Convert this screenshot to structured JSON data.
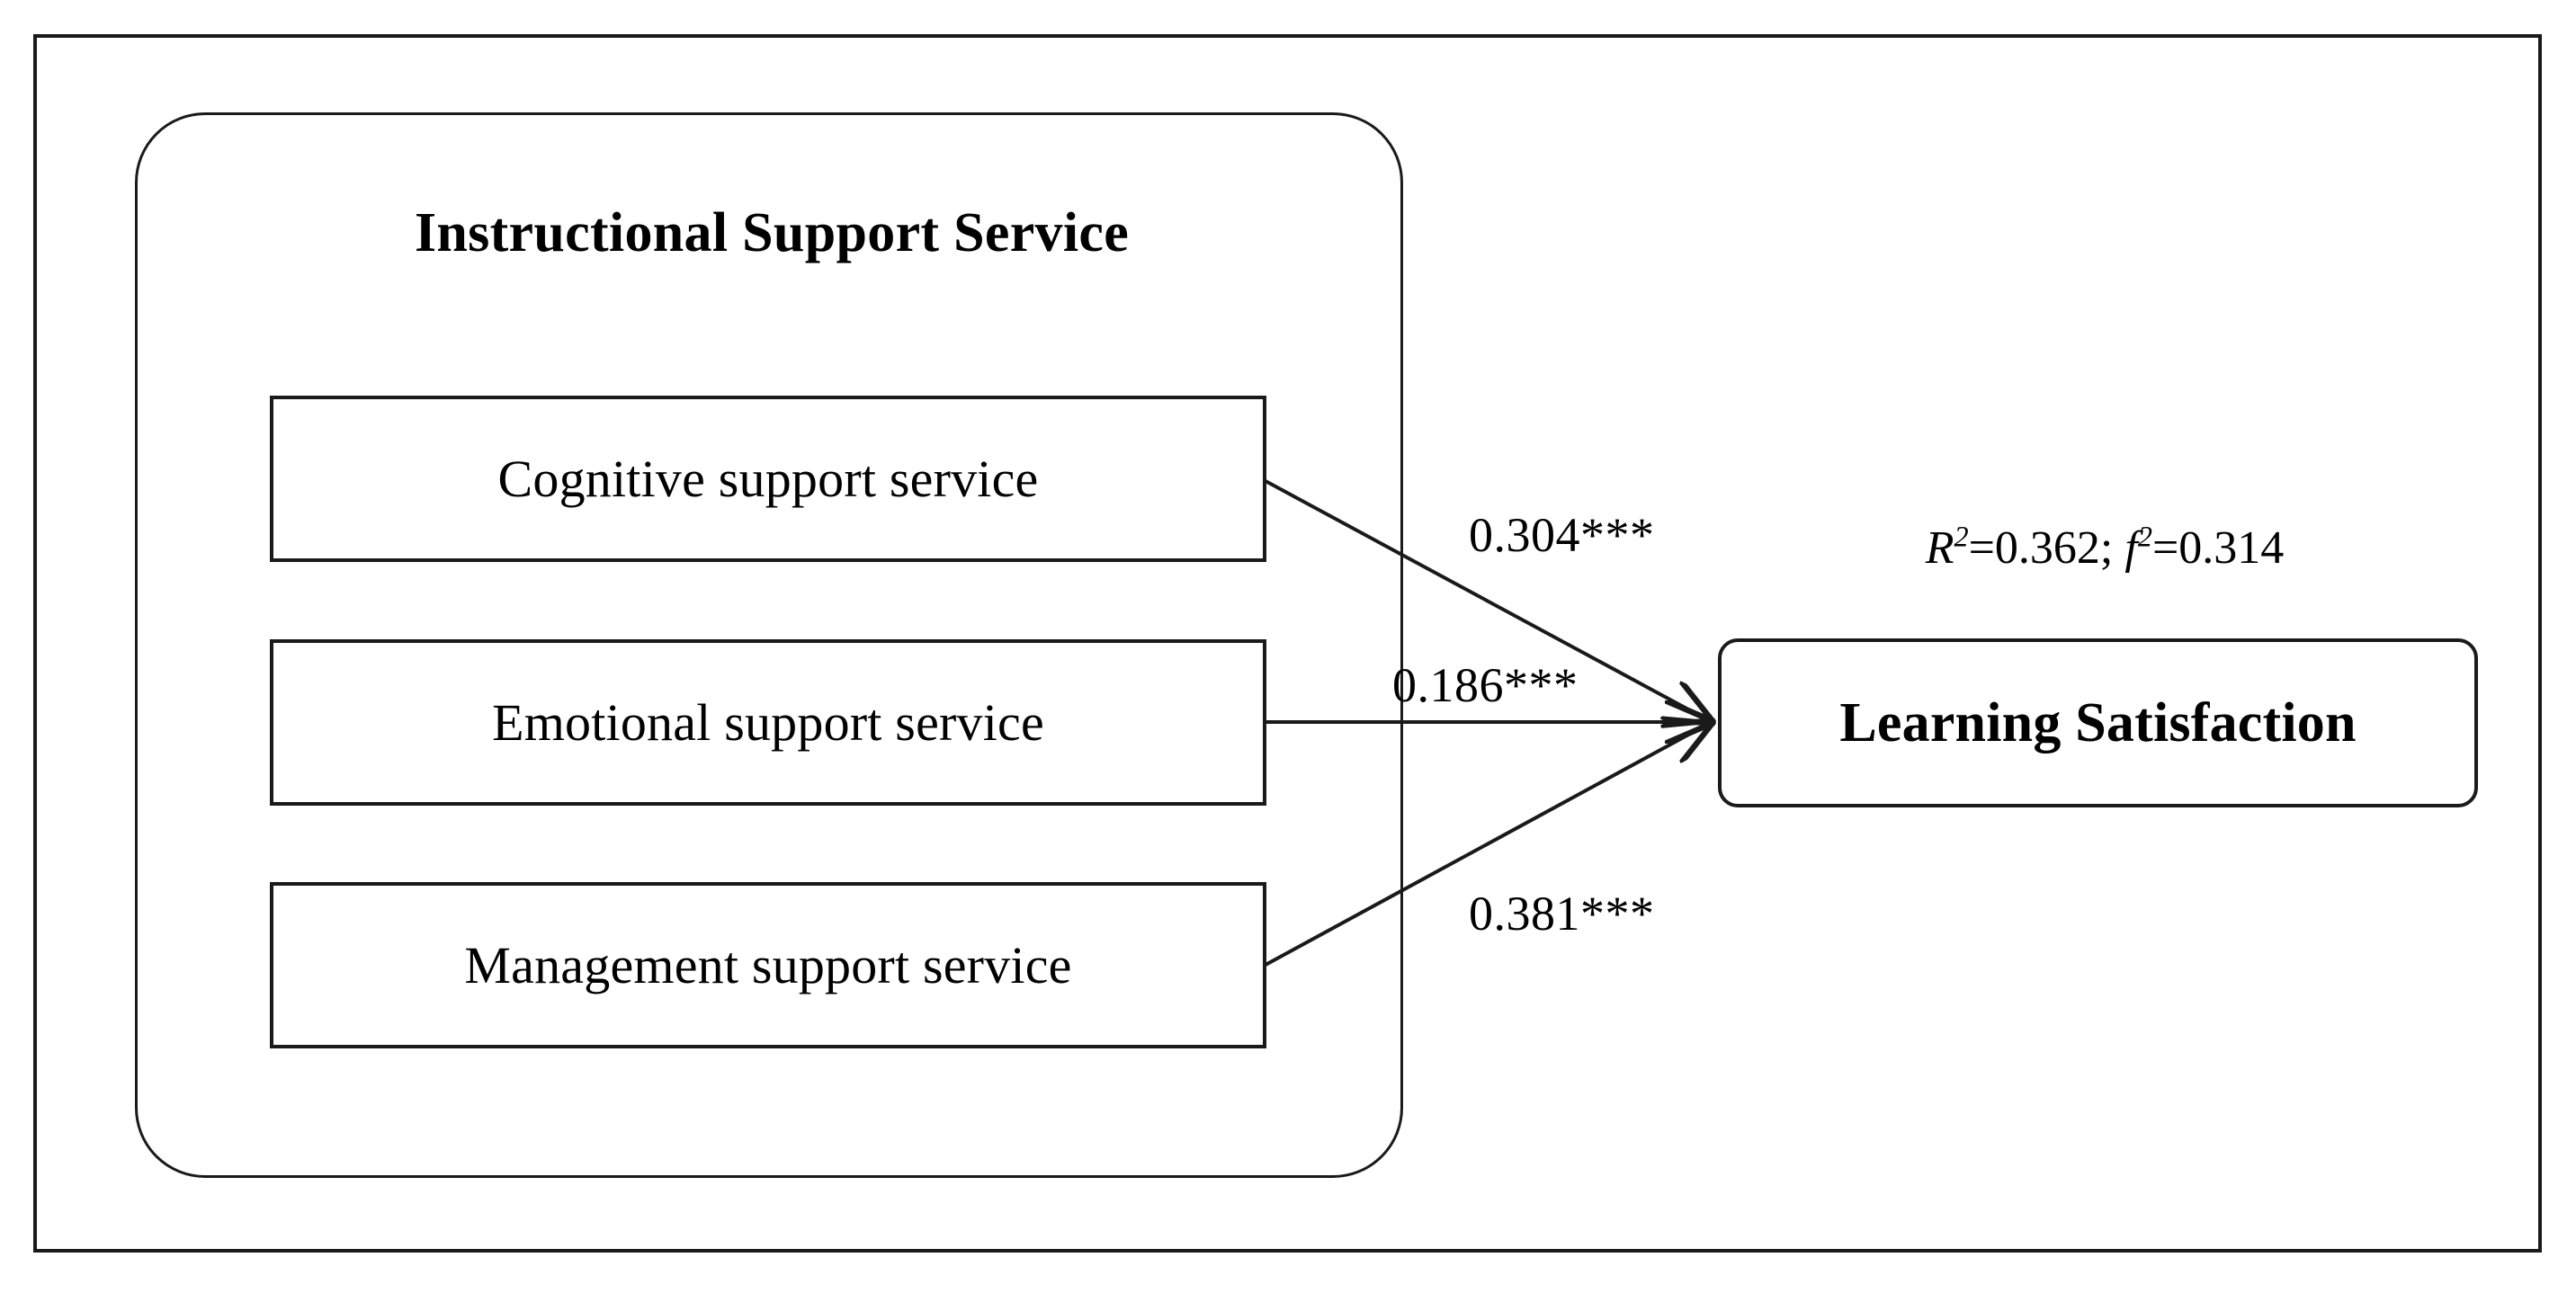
{
  "figure": {
    "construct": {
      "title": "Instructional Support Service",
      "indicators": [
        {
          "label": "Cognitive support service"
        },
        {
          "label": "Emotional support service"
        },
        {
          "label": "Management support service"
        }
      ]
    },
    "outcome": {
      "label": "Learning Satisfaction"
    },
    "paths": [
      {
        "from": "Cognitive support service",
        "to": "Learning Satisfaction",
        "label": "0.304***",
        "coefficient": 0.304,
        "significance": "***"
      },
      {
        "from": "Emotional support service",
        "to": "Learning Satisfaction",
        "label": "0.186***",
        "coefficient": 0.186,
        "significance": "***"
      },
      {
        "from": "Management support service",
        "to": "Learning Satisfaction",
        "label": "0.381***",
        "coefficient": 0.381,
        "significance": "***"
      }
    ],
    "fit_statistics": {
      "r_squared_symbol": "R",
      "r_squared_value": "=0.362",
      "separator": "; ",
      "f_squared_symbol": "f",
      "f_squared_value": "=0.314",
      "superscript": "2",
      "full_text": "R2=0.362; f2=0.314"
    },
    "colors": {
      "line": "#1a1a1a",
      "text": "#000000",
      "background": "#ffffff"
    }
  },
  "chart_data": {
    "type": "diagram",
    "title": "Instructional Support Service to Learning Satisfaction path model",
    "nodes": [
      {
        "id": "construct",
        "label": "Instructional Support Service",
        "role": "higher-order-construct"
      },
      {
        "id": "ind1",
        "label": "Cognitive support service",
        "role": "indicator"
      },
      {
        "id": "ind2",
        "label": "Emotional support service",
        "role": "indicator"
      },
      {
        "id": "ind3",
        "label": "Management support service",
        "role": "indicator"
      },
      {
        "id": "outcome",
        "label": "Learning Satisfaction",
        "role": "endogenous-construct"
      }
    ],
    "edges": [
      {
        "source": "ind1",
        "target": "outcome",
        "value": 0.304,
        "label": "0.304***"
      },
      {
        "source": "ind2",
        "target": "outcome",
        "value": 0.186,
        "label": "0.186***"
      },
      {
        "source": "ind3",
        "target": "outcome",
        "value": 0.381,
        "label": "0.381***"
      }
    ],
    "annotations": [
      {
        "target": "outcome",
        "text": "R2=0.362; f2=0.314",
        "r_squared": 0.362,
        "f_squared": 0.314
      }
    ]
  }
}
